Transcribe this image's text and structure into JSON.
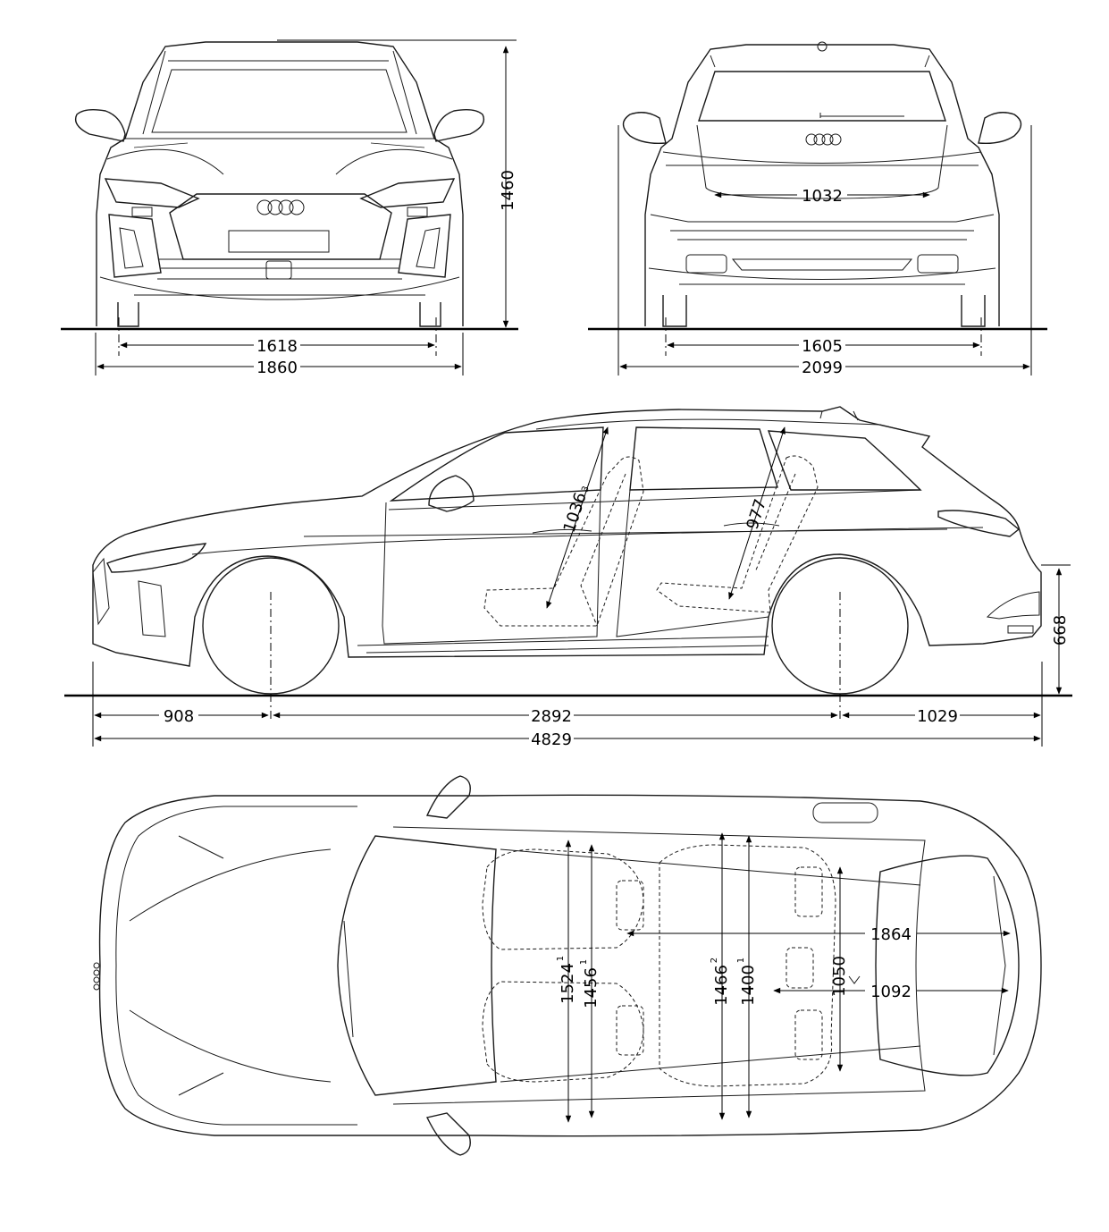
{
  "front_view": {
    "height": "1460",
    "track": "1618",
    "width": "1860"
  },
  "rear_view": {
    "loading_width": "1032",
    "track": "1605",
    "width_with_mirrors": "2099"
  },
  "side_view": {
    "headroom_front": "1036",
    "headroom_front_sup": "3",
    "headroom_rear": "977",
    "loading_height": "668",
    "front_overhang": "908",
    "wheelbase": "2892",
    "rear_overhang": "1029",
    "length": "4829"
  },
  "top_view": {
    "front_elbow_width": "1524",
    "front_elbow_width_sup": "1",
    "front_shoulder_width": "1456",
    "front_shoulder_width_sup": "1",
    "rear_elbow_width": "1466",
    "rear_elbow_width_sup": "2",
    "rear_shoulder_width": "1400",
    "rear_shoulder_width_sup": "1",
    "load_width_wheelhouses": "1050",
    "load_length_seats_folded": "1864",
    "load_length": "1092"
  },
  "arrow_markers": {
    "color": "#000000"
  }
}
